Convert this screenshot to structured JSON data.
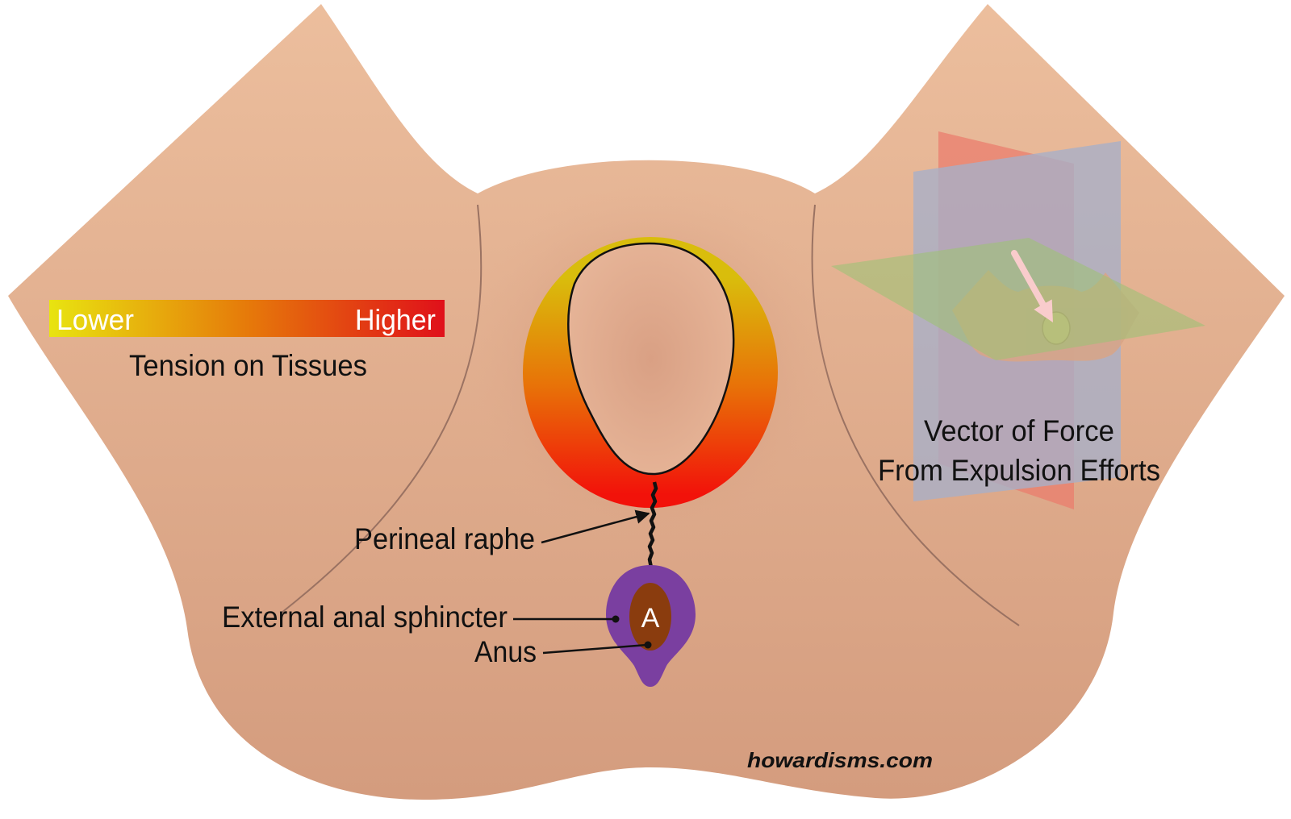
{
  "legend": {
    "low_label": "Lower",
    "high_label": "Higher",
    "title": "Tension on Tissues",
    "colors": {
      "low": "#e8e410",
      "mid": "#e67a0a",
      "high": "#e0101a"
    }
  },
  "labels": {
    "perineal_raphe": "Perineal raphe",
    "external_anal_sphincter": "External anal sphincter",
    "anus": "Anus",
    "anus_marker": "A"
  },
  "inset": {
    "caption_line1": "Vector of Force",
    "caption_line2": "From Expulsion Efforts"
  },
  "watermark": "howardisms.com",
  "colors": {
    "skin_top": "#ecbe9d",
    "skin_bottom": "#d49c7e",
    "ring_top": "#d9bd0c",
    "ring_bottom": "#f2120a",
    "sphincter": "#7a3fa0",
    "anus": "#8a3c0e"
  }
}
